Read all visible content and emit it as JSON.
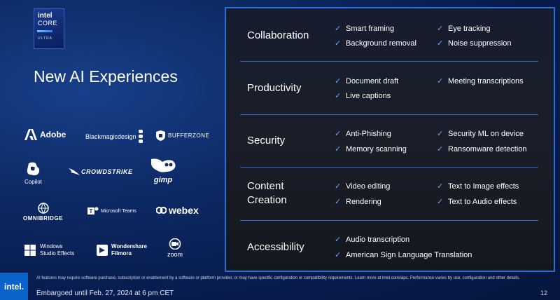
{
  "badge": {
    "brand": "intel",
    "product": "CORE",
    "tier": "ULTRA"
  },
  "headline": "New AI Experiences",
  "logos": {
    "adobe": "Adobe",
    "blackmagic": "Blackmagicdesign",
    "bufferzone": "BUFFERZONE",
    "copilot": "Copilot",
    "crowdstrike": "CROWDSTRIKE",
    "gimp": "gimp",
    "omnibridge": "OMNIBRIDGE",
    "teams": "Microsoft Teams",
    "webex": "webex",
    "windows_line1": "Windows",
    "windows_line2": "Studio Effects",
    "wondershare_line1": "Wondershare",
    "wondershare_line2": "Filmora",
    "zoom": "zoom"
  },
  "categories": [
    {
      "name": "Collaboration",
      "items": [
        "Smart framing",
        "Eye tracking",
        "Background removal",
        "Noise suppression"
      ]
    },
    {
      "name": "Productivity",
      "items": [
        "Document draft",
        "Meeting transcriptions",
        "Live captions"
      ]
    },
    {
      "name": "Security",
      "items": [
        "Anti-Phishing",
        "Security ML on device",
        "Memory scanning",
        "Ransomware detection"
      ]
    },
    {
      "name_line1": "Content",
      "name_line2": "Creation",
      "items": [
        "Video editing",
        "Text to Image effects",
        "Rendering",
        "Text to Audio effects"
      ]
    },
    {
      "name": "Accessibility",
      "items": [
        "Audio transcription",
        "American Sign Language Translation"
      ]
    }
  ],
  "check_glyph": "✓",
  "footer": {
    "brand": "intel.",
    "disclaimer": "AI features may require software purchase, subscription or enablement by a software or platform provider, or may have specific configuration or compatibility requirements. Learn more at intel.com/aipc. Performance varies by use, configuration and other details.",
    "embargo": "Embargoed until Feb. 27, 2024 at 6 pm CET",
    "page": "12"
  },
  "colors": {
    "accent": "#2b6fd6",
    "check": "#5fa8ff",
    "background": "#0d2a66",
    "panel": "#1b1e29"
  }
}
